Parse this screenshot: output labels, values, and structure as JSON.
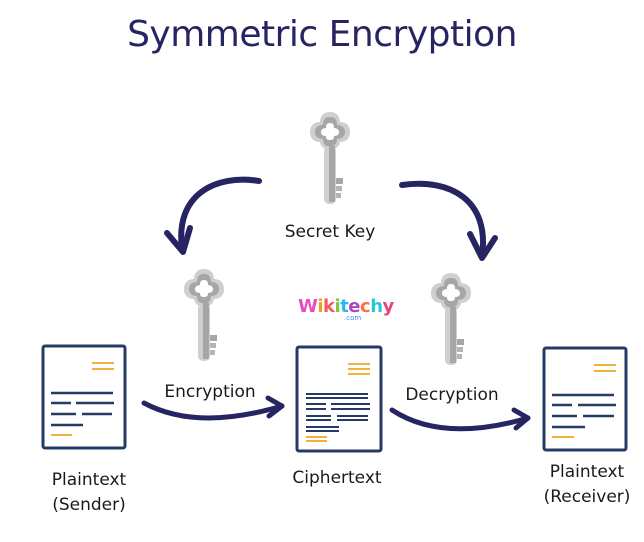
{
  "title": "Symmetric Encryption",
  "key_label": "Secret Key",
  "encryption_label": "Encryption",
  "decryption_label": "Decryption",
  "documents": [
    {
      "line1": "Plaintext",
      "line2": "(Sender)"
    },
    {
      "line1": "Ciphertext",
      "line2": ""
    },
    {
      "line1": "Plaintext",
      "line2": "(Receiver)"
    }
  ],
  "logo": {
    "name": "Wikitechy",
    "letters": [
      "W",
      "i",
      "k",
      "i",
      "t",
      "e",
      "c",
      "h",
      "y"
    ],
    "sub": ".com"
  },
  "colors": {
    "title": "#262561",
    "arrow": "#262561",
    "doc_border": "#263a66",
    "doc_line": "#263a66",
    "doc_accent": "#f2b13a",
    "key_dark": "#a6a6a6",
    "key_light": "#cfcfcf"
  },
  "icons": [
    "key-icon",
    "document-icon",
    "curved-arrow-icon"
  ]
}
